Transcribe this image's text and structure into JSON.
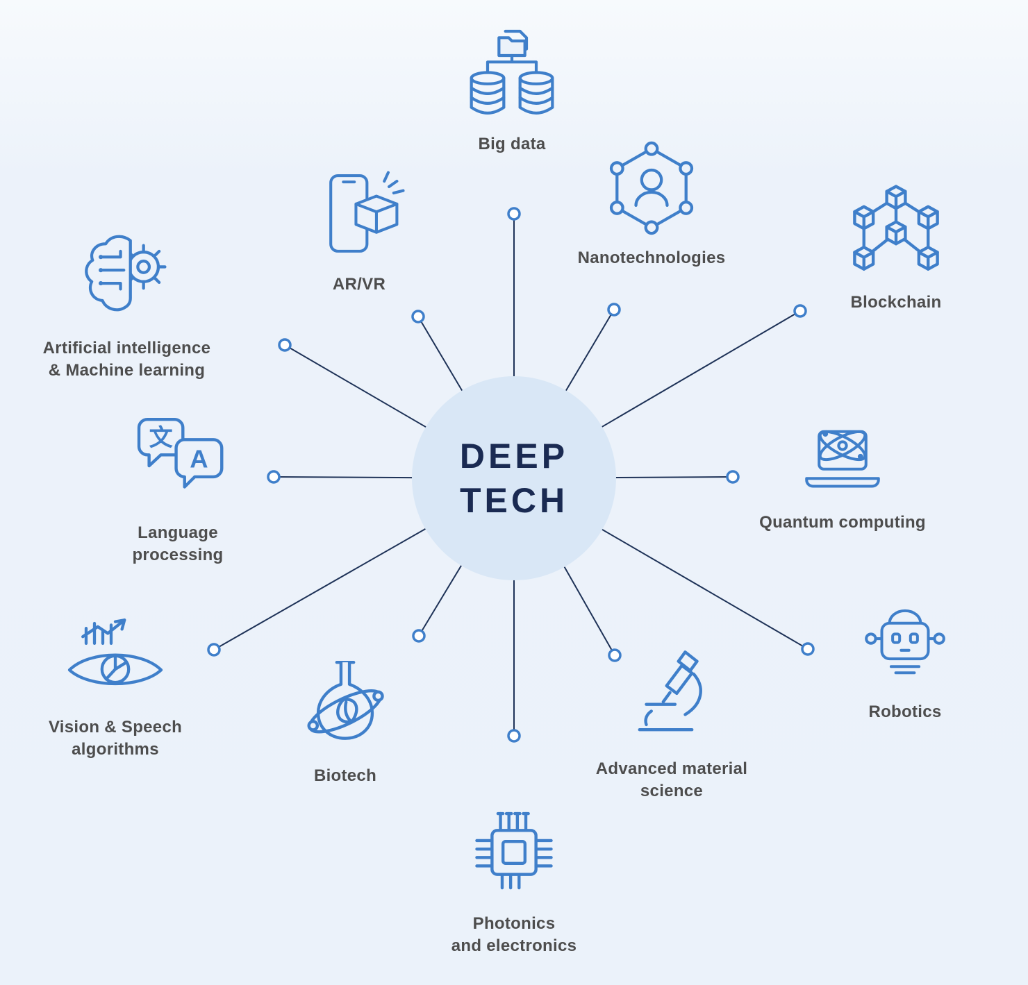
{
  "title": "DEEP\nTECH",
  "colors": {
    "background": "#ecf2fa",
    "icon_blue": "#3f7fca",
    "spoke_navy": "#1e3257",
    "center_fill": "#d9e7f6",
    "center_text": "#1a2a52",
    "label_gray": "#4d4d4d"
  },
  "categories": [
    {
      "id": "big-data",
      "label": "Big data"
    },
    {
      "id": "nanotechnologies",
      "label": "Nanotechnologies"
    },
    {
      "id": "blockchain",
      "label": "Blockchain"
    },
    {
      "id": "quantum-computing",
      "label": "Quantum computing"
    },
    {
      "id": "robotics",
      "label": "Robotics"
    },
    {
      "id": "advanced-material-science",
      "label": "Advanced material\nscience"
    },
    {
      "id": "photonics-electronics",
      "label": "Photonics\nand electronics"
    },
    {
      "id": "biotech",
      "label": "Biotech"
    },
    {
      "id": "vision-speech-algorithms",
      "label": "Vision & Speech\nalgorithms"
    },
    {
      "id": "language-processing",
      "label": "Language\nprocessing"
    },
    {
      "id": "ai-ml",
      "label": "Artificial intelligence\n& Machine learning"
    },
    {
      "id": "ar-vr",
      "label": "AR/VR"
    }
  ],
  "icon_glyphs": {
    "language_left": "文",
    "language_right": "A"
  }
}
